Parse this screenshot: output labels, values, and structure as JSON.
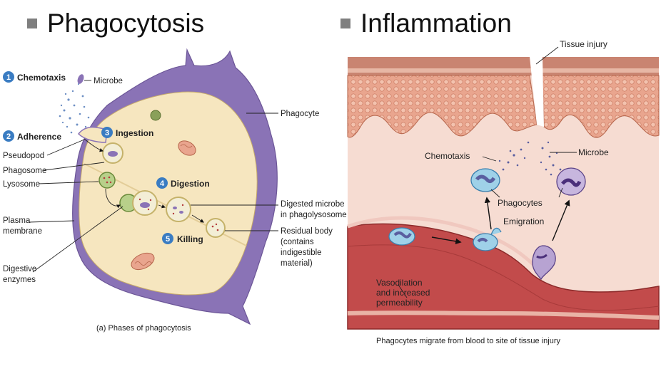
{
  "headings": {
    "left": "Phagocytosis",
    "right": "Inflammation"
  },
  "phagocytosis": {
    "steps": [
      {
        "number": "1",
        "label": "Chemotaxis"
      },
      {
        "number": "2",
        "label": "Adherence"
      },
      {
        "number": "3",
        "label": "Ingestion"
      },
      {
        "number": "4",
        "label": "Digestion"
      },
      {
        "number": "5",
        "label": "Killing"
      }
    ],
    "labels": {
      "microbe": "Microbe",
      "phagocyte": "Phagocyte",
      "pseudopod": "Pseudopod",
      "phagosome": "Phagosome",
      "lysosome": "Lysosome",
      "plasma_membrane_1": "Plasma",
      "plasma_membrane_2": "membrane",
      "digestive_enzymes_1": "Digestive",
      "digestive_enzymes_2": "enzymes",
      "digested_microbe_1": "Digested microbe",
      "digested_microbe_2": "in phagolysosome",
      "residual_body_1": "Residual body",
      "residual_body_2": "(contains",
      "residual_body_3": "indigestible",
      "residual_body_4": "material)"
    },
    "caption": "(a) Phases of phagocytosis",
    "colors": {
      "step_badge": "#3a7cc2",
      "cell_body": "#f6e6bf",
      "cell_membrane": "#8a73b6"
    }
  },
  "inflammation": {
    "labels": {
      "tissue_injury": "Tissue injury",
      "chemotaxis": "Chemotaxis",
      "microbe": "Microbe",
      "phagocytes": "Phagocytes",
      "emigration": "Emigration",
      "vasodilation_1": "Vasodilation",
      "vasodilation_2": "and increased",
      "vasodilation_3": "permeability"
    },
    "caption": "Phagocytes migrate from blood to site of tissue injury",
    "colors": {
      "tissue": "#f6dcd2",
      "epidermis": "#e6a793",
      "blood_vessel": "#c24b4b"
    }
  }
}
